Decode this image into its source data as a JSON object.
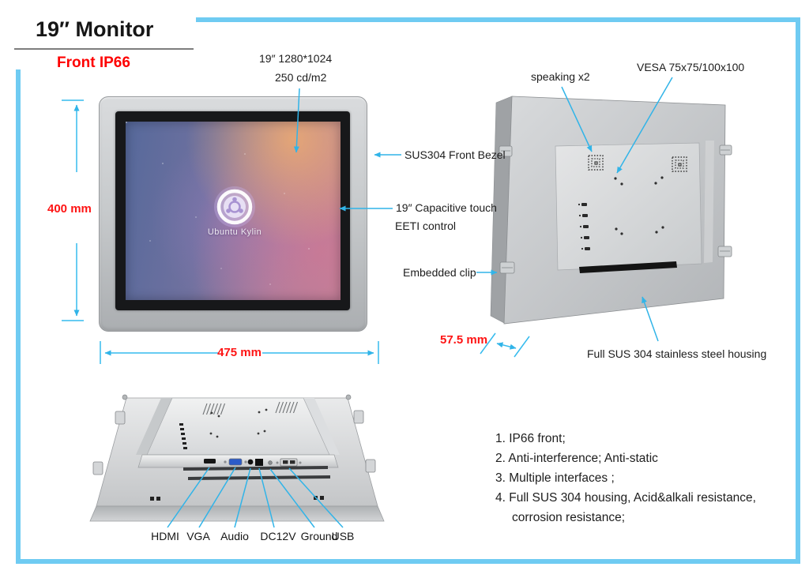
{
  "header": {
    "title": "19″ Monitor",
    "subtitle": "Front IP66"
  },
  "front_view": {
    "spec_line1": "19″ 1280*1024",
    "spec_line2": "250 cd/m2",
    "height_dim": "400 mm",
    "width_dim": "475 mm",
    "bezel_callout": "SUS304 Front Bezel",
    "touch_callout_line1": "19″ Capacitive touch",
    "touch_callout_line2": "EETI control",
    "screen_brand": "Ubuntu Kylin"
  },
  "rear_view": {
    "speaker_callout": "speaking x2",
    "vesa_callout": "VESA 75x75/100x100",
    "clip_callout": "Embedded clip",
    "depth_dim": "57.5 mm",
    "housing_callout": "Full SUS 304  stainless steel housing"
  },
  "bottom_view": {
    "port_labels": [
      "HDMI",
      "VGA",
      "Audio",
      "DC12V",
      "Ground",
      "USB"
    ]
  },
  "features": [
    "1. IP66 front;",
    "2. Anti-interference; Anti-static",
    "3. Multiple interfaces ;",
    "4. Full SUS 304 housing, Acid&alkali resistance,",
    "corrosion resistance;"
  ],
  "colors": {
    "frame_accent": "#6FCBF2",
    "callout_line": "#31B4E8",
    "dimension_text": "#FE1414",
    "subtitle_red": "#FE0000"
  }
}
